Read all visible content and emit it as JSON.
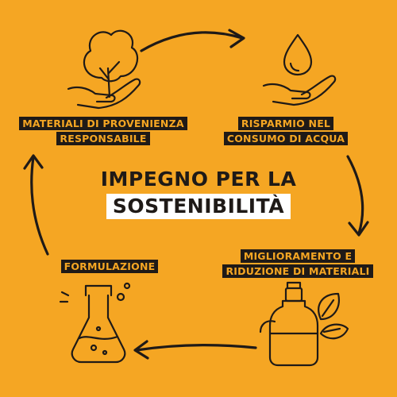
{
  "diagram": {
    "center_title": {
      "line1": "IMPEGNO PER LA",
      "line2": "SOSTENIBILITÀ"
    },
    "steps": [
      {
        "lines": [
          "MATERIALI DI PROVENIENZA",
          "RESPONSABILE"
        ],
        "icon": "tree-in-hand-icon"
      },
      {
        "lines": [
          "RISPARMIO NEL",
          "CONSUMO DI ACQUA"
        ],
        "icon": "water-drop-in-hand-icon"
      },
      {
        "lines": [
          "MIGLIORAMENTO E",
          "RIDUZIONE DI MATERIALI"
        ],
        "icon": "bottle-with-leaves-icon"
      },
      {
        "lines": [
          "FORMULAZIONE"
        ],
        "icon": "lab-flask-icon"
      }
    ],
    "colors": {
      "background": "#F5A623",
      "ink": "#1f1a17",
      "label_text": "#F5A623",
      "center_highlight": "#ffffff"
    }
  }
}
